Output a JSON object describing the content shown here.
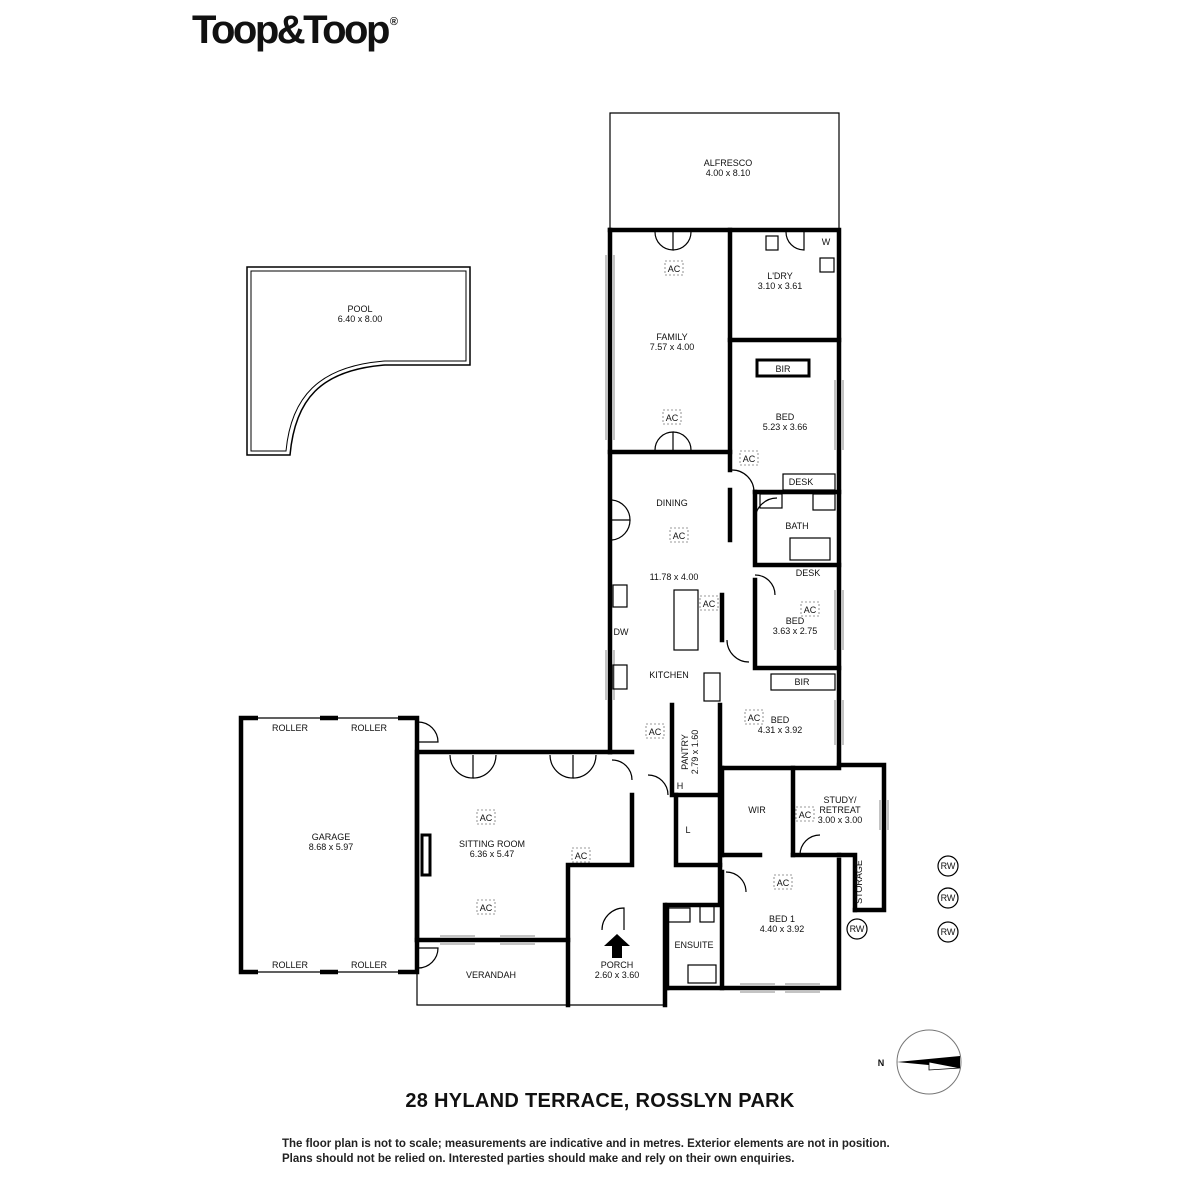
{
  "brand": {
    "logo_text": "Toop&Toop",
    "reg_mark": "®"
  },
  "rooms": {
    "alfresco": {
      "name": "ALFRESCO",
      "dims": "4.00 x 8.10"
    },
    "pool": {
      "name": "POOL",
      "dims": "6.40 x 8.00"
    },
    "family": {
      "name": "FAMILY",
      "dims": "7.57 x 4.00"
    },
    "laundry": {
      "name": "L'DRY",
      "dims": "3.10 x 3.61"
    },
    "bed_a": {
      "name": "BED",
      "dims": "5.23 x 3.66"
    },
    "dining": {
      "name": "DINING"
    },
    "kitchen_dims": "11.78 x 4.00",
    "bath": {
      "name": "BATH"
    },
    "bed_b": {
      "name": "BED",
      "dims": "3.63 x 2.75"
    },
    "kitchen": {
      "name": "KITCHEN"
    },
    "pantry": {
      "name": "PANTRY",
      "dims": "2.79 x 1.60"
    },
    "bed_c": {
      "name": "BED",
      "dims": "4.31 x 3.92"
    },
    "garage": {
      "name": "GARAGE",
      "dims": "8.68 x 5.97"
    },
    "sitting": {
      "name": "SITTING ROOM",
      "dims": "6.36 x 5.47"
    },
    "wir": {
      "name": "WIR"
    },
    "study": {
      "name": "STUDY/",
      "name2": "RETREAT",
      "dims": "3.00 x 3.00"
    },
    "storage": {
      "name": "STORAGE"
    },
    "bed_1": {
      "name": "BED 1",
      "dims": "4.40 x 3.92"
    },
    "ensuite": {
      "name": "ENSUITE"
    },
    "porch": {
      "name": "PORCH",
      "dims": "2.60 x 3.60"
    },
    "verandah": {
      "name": "VERANDAH"
    }
  },
  "labels": {
    "ac": "AC",
    "w": "W",
    "bir": "BIR",
    "desk": "DESK",
    "dw": "DW",
    "h": "H",
    "l": "L",
    "roller": "ROLLER",
    "rw": "RW",
    "north": "N"
  },
  "address": "28 HYLAND TERRACE, ROSSLYN PARK",
  "disclaimer": [
    "The floor plan is not to scale; measurements are indicative and in metres. Exterior elements are not in position.",
    "Plans should not be relied on. Interested parties should make and rely on their own enquiries."
  ]
}
